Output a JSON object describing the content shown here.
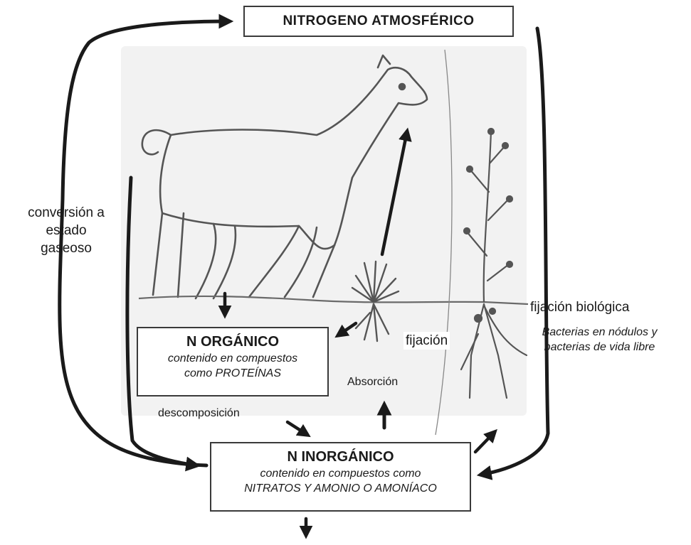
{
  "atmospheric_box": {
    "title": "NITROGENO ATMOSFÉRICO"
  },
  "organic_box": {
    "title": "N ORGÁNICO",
    "line1": "contenido en compuestos",
    "line2": "como PROTEÍNAS"
  },
  "inorganic_box": {
    "title": "N INORGÁNICO",
    "line1": "contenido en compuestos como",
    "line2": "NITRATOS Y AMONIO O AMONÍACO"
  },
  "labels": {
    "conversion_1": "conversión a",
    "conversion_2": "estado",
    "conversion_3": "gaseoso",
    "descomposicion": "descomposición",
    "absorcion": "Absorción",
    "fijacion": "fijación",
    "fijacion_biologica": "fijación biológica",
    "bacterias_1": "Bacterias en nódulos y",
    "bacterias_2": "bacterias de vida libre"
  },
  "colors": {
    "ink": "#1a1a1a",
    "sketch": "#555555",
    "background": "#ffffff"
  }
}
